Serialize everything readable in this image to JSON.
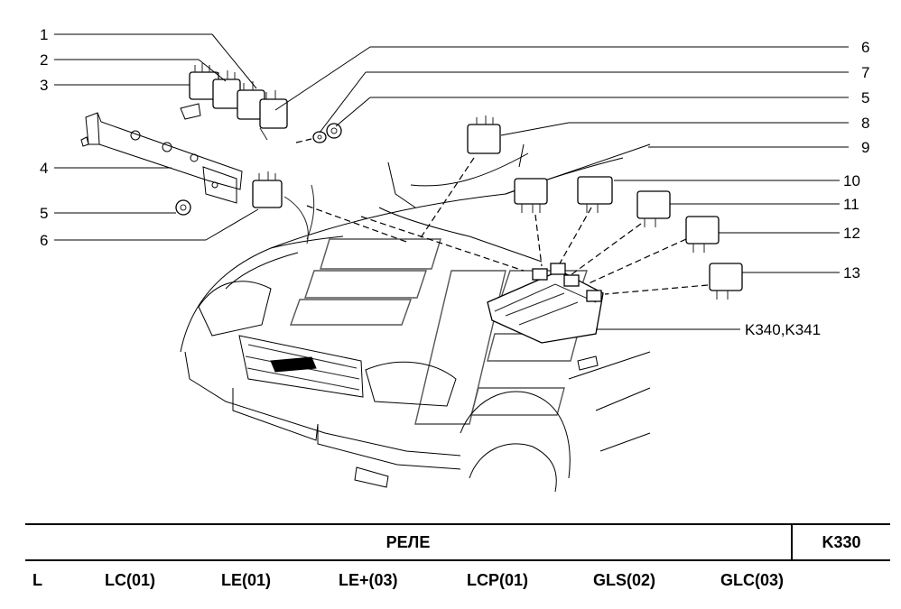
{
  "diagram": {
    "callouts_left": [
      "1",
      "2",
      "3",
      "4",
      "5",
      "6"
    ],
    "callouts_right": [
      "6",
      "7",
      "5",
      "8",
      "9",
      "10",
      "11",
      "12",
      "13"
    ],
    "fuse_box_label": "K340,K341"
  },
  "footer": {
    "title": "РЕЛЕ",
    "code": "K330"
  },
  "variants": [
    "L",
    "LC(01)",
    "LE(01)",
    "LE+(03)",
    "LCP(01)",
    "GLS(02)",
    "GLC(03)"
  ]
}
